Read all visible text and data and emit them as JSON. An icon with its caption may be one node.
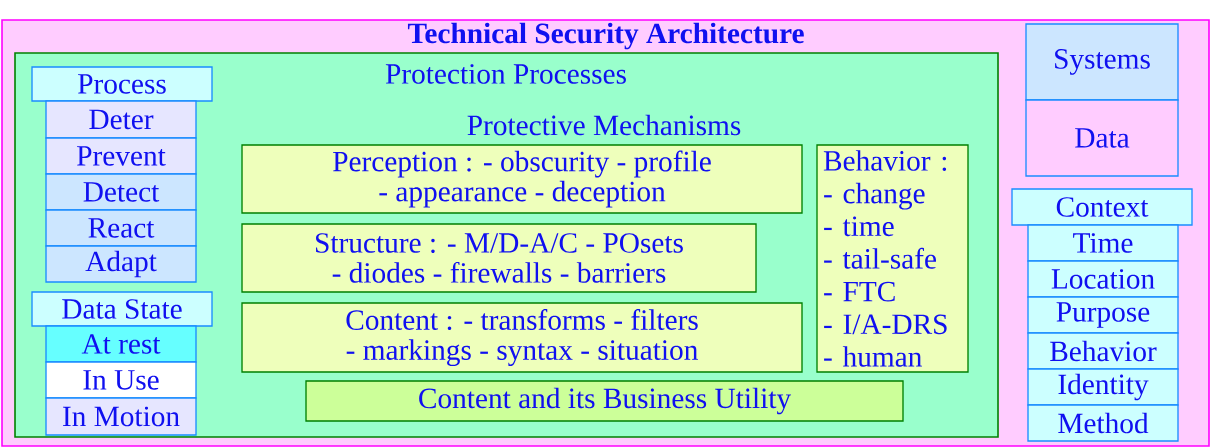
{
  "diagram": {
    "nodes": [
      {
        "text": [
          "Technical Security Architecture"
        ]
      },
      {
        "text": [
          "Protection Processes",
          "Protective Mechanisms"
        ],
        "in": 0
      },
      {
        "text": [
          "Process"
        ],
        "in": 1
      },
      {
        "text": [
          "Deter"
        ],
        "in": 1
      },
      {
        "text": [
          "Prevent"
        ],
        "in": 1
      },
      {
        "text": [
          "Detect"
        ],
        "in": 1
      },
      {
        "text": [
          "React"
        ],
        "in": 1
      },
      {
        "text": [
          "Adapt"
        ],
        "in": 1
      },
      {
        "text": [
          "Data State"
        ],
        "in": 1
      },
      {
        "text": [
          "At rest"
        ],
        "in": 1
      },
      {
        "text": [
          "In Use"
        ],
        "in": 1
      },
      {
        "text": [
          "In Motion"
        ],
        "in": 1
      },
      {
        "text": [
          "Perception : - obscurity - profile",
          "- appearance - deception"
        ],
        "in": 1
      },
      {
        "text": [
          "Structure : - M/D-A/C - POsets",
          "- diodes - firewalls - barriers"
        ],
        "in": 1
      },
      {
        "text": [
          "Content : - transforms - filters",
          "- markings - syntax - situation"
        ],
        "in": 1
      },
      {
        "text": [
          "Content and its Business Utility"
        ],
        "in": 1
      },
      {
        "text": [
          "Behavior :",
          "- change",
          "- time",
          "- tail-safe",
          "- FTC",
          "- I/A-DRS",
          "- human"
        ],
        "in": 1
      },
      {
        "text": [
          "Systems"
        ],
        "in": 0
      },
      {
        "text": [
          "Data"
        ],
        "in": 0
      },
      {
        "text": [
          "Context"
        ],
        "in": 0
      },
      {
        "text": [
          "Time"
        ],
        "in": 0
      },
      {
        "text": [
          "Location"
        ],
        "in": 0
      },
      {
        "text": [
          "Purpose"
        ],
        "in": 0
      },
      {
        "text": [
          "Behavior"
        ],
        "in": 0
      },
      {
        "text": [
          "Identity"
        ],
        "in": 0
      },
      {
        "text": [
          "Method"
        ],
        "in": 0
      }
    ]
  }
}
